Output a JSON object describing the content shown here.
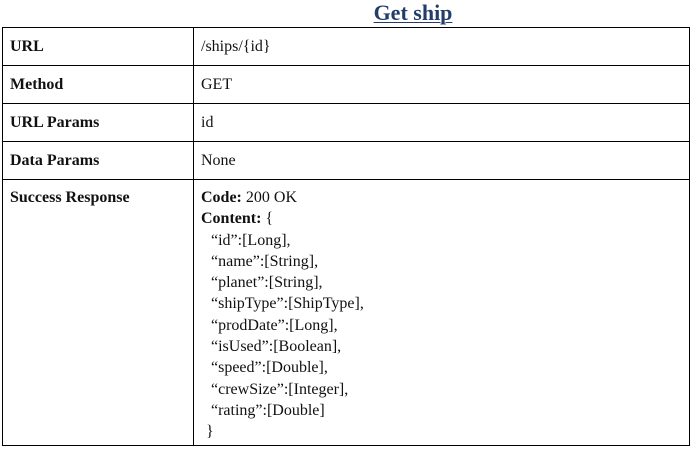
{
  "title": "Get ship",
  "rows": [
    {
      "key": "URL",
      "value": "/ships/{id}"
    },
    {
      "key": "Method",
      "value": "GET"
    },
    {
      "key": "URL Params",
      "value": "id"
    },
    {
      "key": "Data Params",
      "value": "None"
    }
  ],
  "success": {
    "key": "Success Response",
    "code_label": "Code:",
    "code_value": "200 OK",
    "content_label": "Content:",
    "open_brace": "{",
    "fields": [
      "“id”:[Long],",
      "“name”:[String],",
      "“planet”:[String],",
      "“shipType”:[ShipType],",
      "“prodDate”:[Long],",
      "“isUsed”:[Boolean],",
      "“speed”:[Double],",
      "“crewSize”:[Integer],",
      "“rating”:[Double]"
    ],
    "close_brace": "}"
  }
}
